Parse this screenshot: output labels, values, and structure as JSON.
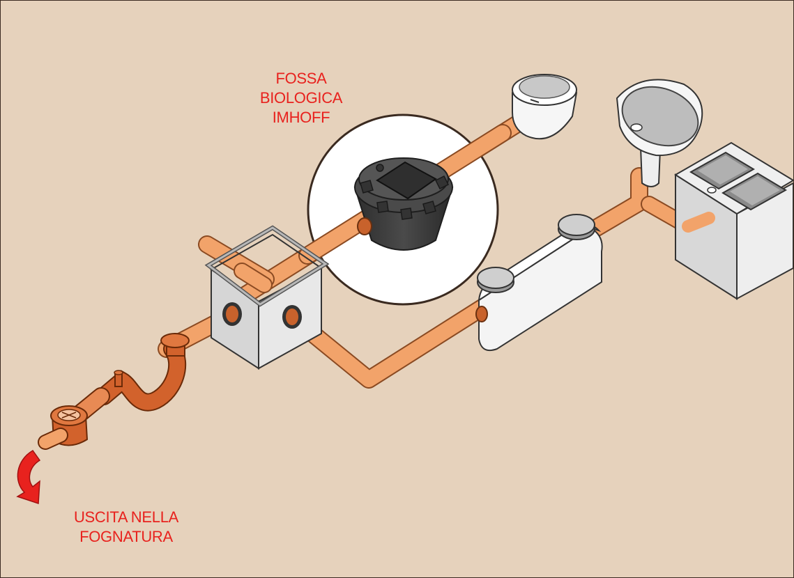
{
  "labels": {
    "fossa": [
      "FOSSA",
      "BIOLOGICA",
      "IMHOFF"
    ],
    "uscita": [
      "USCITA NELLA",
      "FOGNATURA"
    ]
  },
  "colors": {
    "background": "#e6d2bc",
    "pipe": "#f2a36a",
    "pipe_dark": "#c8622c",
    "trap": "#d2622c",
    "label": "#e8221e",
    "arrow": "#e8221e",
    "tank": "#3f3f3f",
    "porcelain": "#f6f6f6",
    "box": "#dcdcdc"
  },
  "icons": {
    "exit_arrow": "curved-arrow-down-icon",
    "toilet": "wc-icon",
    "bidet": "bidet-icon",
    "washbasin": "washbasin-icon",
    "sink": "double-sink-icon",
    "tank": "imhoff-tank-icon",
    "inspection": "inspection-box-icon",
    "grease_trap": "degreaser-tank-icon",
    "siphon": "siphon-trap-icon"
  }
}
